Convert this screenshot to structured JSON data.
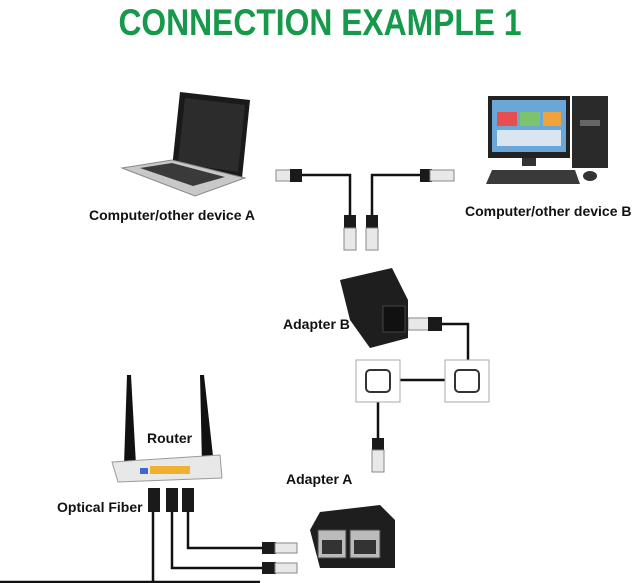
{
  "title": "CONNECTION EXAMPLE 1",
  "title_color": "#16994a",
  "labels": {
    "device_a": "Computer/other device A",
    "device_b": "Computer/other device B",
    "adapter_b": "Adapter B",
    "adapter_a": "Adapter A",
    "router": "Router",
    "optical_fiber": "Optical Fiber"
  },
  "icons": [
    "laptop-icon",
    "desktop-computer-icon",
    "rj45-plug-icon",
    "rj45-adapter-icon",
    "wall-socket-icon",
    "router-icon"
  ]
}
